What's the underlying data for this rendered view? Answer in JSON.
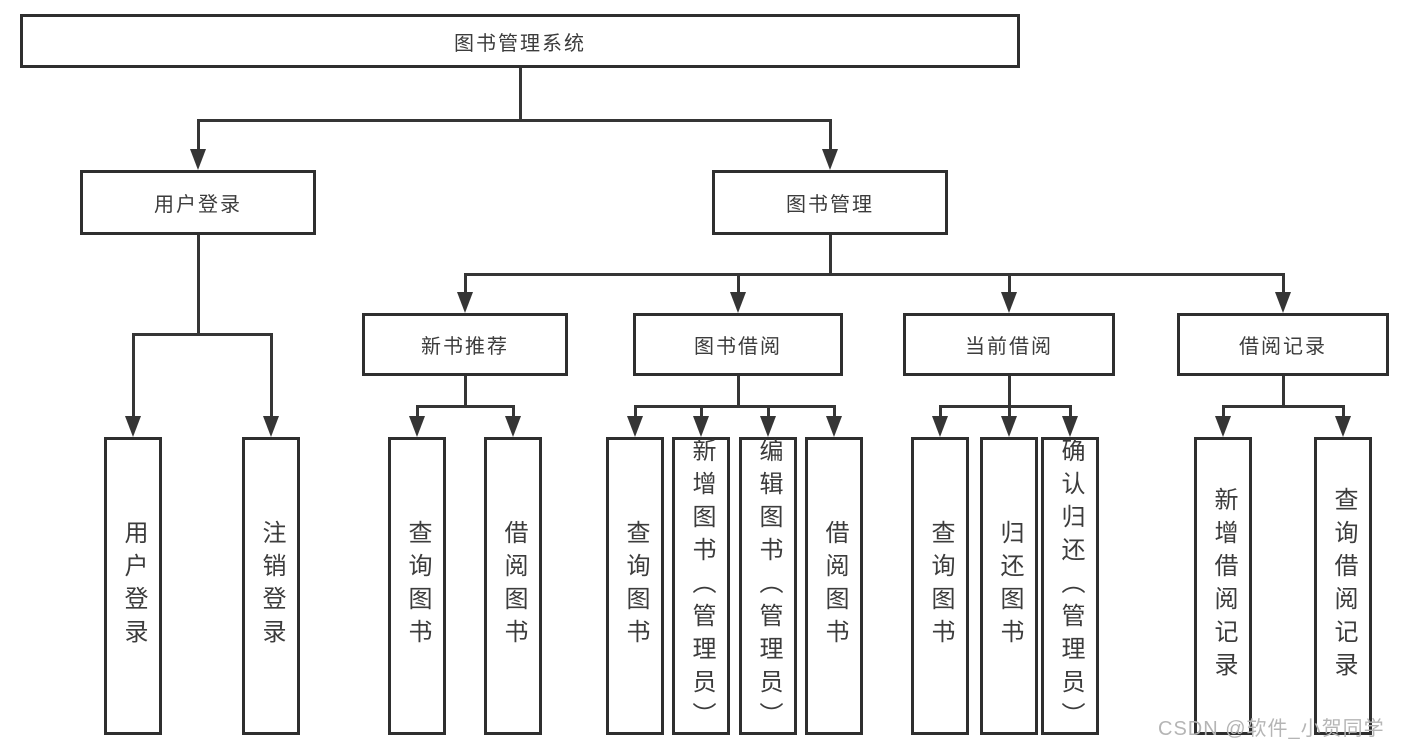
{
  "diagram": {
    "root": "图书管理系统",
    "user_branch": {
      "label": "用户登录",
      "children": [
        "用户登录",
        "注销登录"
      ]
    },
    "book_branch": {
      "label": "图书管理",
      "groups": [
        {
          "label": "新书推荐",
          "children": [
            "查询图书",
            "借阅图书"
          ]
        },
        {
          "label": "图书借阅",
          "children": [
            "查询图书",
            "新增图书（管理员）",
            "编辑图书（管理员）",
            "借阅图书"
          ]
        },
        {
          "label": "当前借阅",
          "children": [
            "查询图书",
            "归还图书",
            "确认归还（管理员）"
          ]
        },
        {
          "label": "借阅记录",
          "children": [
            "新增借阅记录",
            "查询借阅记录"
          ]
        }
      ]
    }
  },
  "watermark": "CSDN @软件_小贺同学",
  "colors": {
    "line": "#353535",
    "border": "#2f2f2f",
    "text": "#3c3c3c",
    "watermark": "#b5b5b5",
    "background": "#ffffff"
  }
}
